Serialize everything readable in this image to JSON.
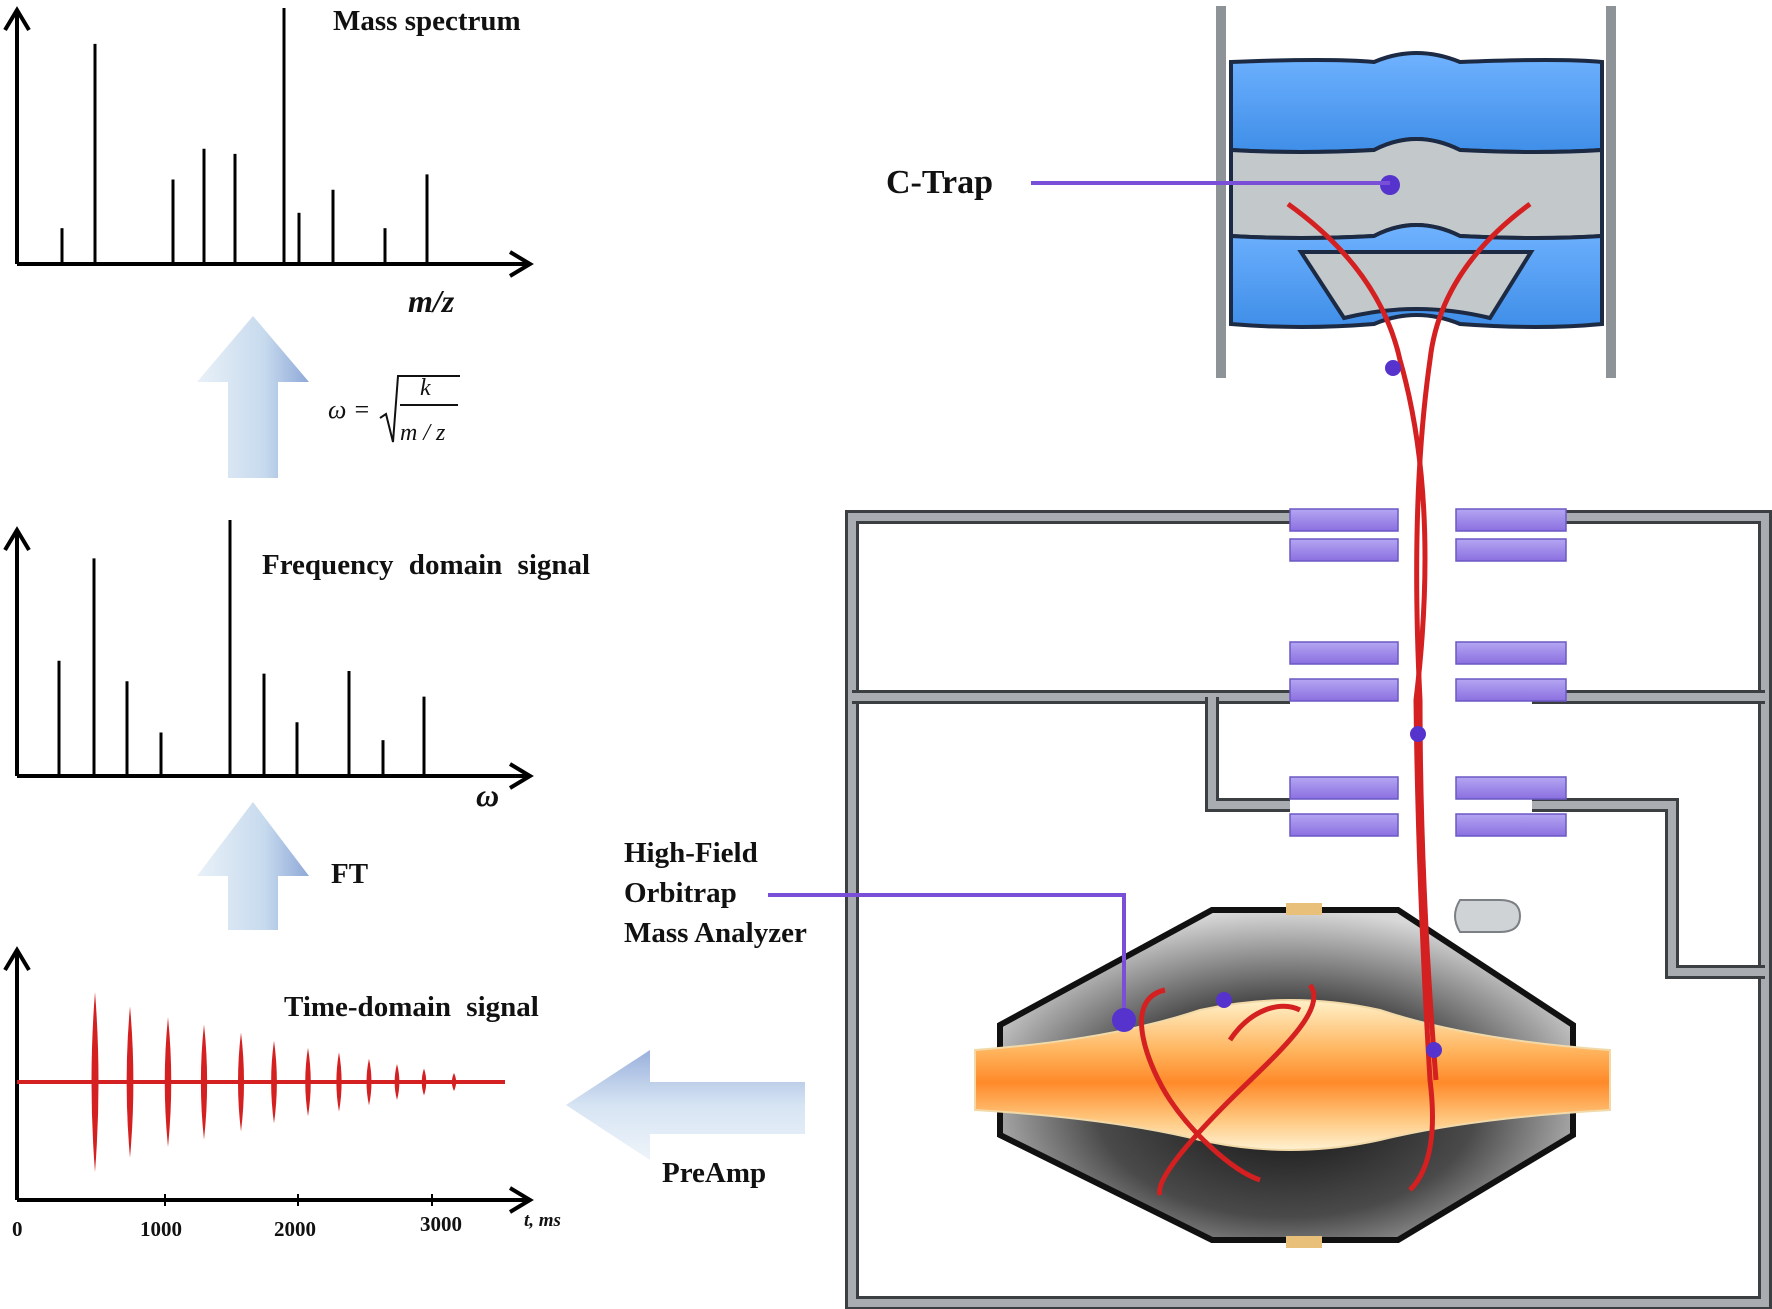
{
  "mass_spectrum": {
    "title": "Mass spectrum",
    "x_axis_label": "m/z",
    "peaks": [
      0.14,
      0.86,
      0.33,
      0.45,
      0.43,
      1.0,
      0.2,
      0.29,
      0.14,
      0.35
    ]
  },
  "formula": {
    "lhs": "ω =",
    "numerator": "k",
    "denominator": "m / z"
  },
  "frequency_domain": {
    "title": "Frequency domain signal",
    "x_axis_label": "ω",
    "peaks": [
      0.45,
      0.85,
      0.37,
      0.17,
      1.0,
      0.4,
      0.21,
      0.41,
      0.14,
      0.31
    ]
  },
  "ft_label": "FT",
  "time_domain": {
    "title": "Time-domain signal",
    "x_axis_label": "t, ms",
    "ticks": [
      "0",
      "1000",
      "2000",
      "3000"
    ],
    "bursts": [
      1.0,
      0.84,
      0.72,
      0.64,
      0.55,
      0.46,
      0.38,
      0.33,
      0.26,
      0.2,
      0.15,
      0.1
    ]
  },
  "preamp_label": "PreAmp",
  "c_trap_label": "C-Trap",
  "orbitrap_label": [
    "High-Field",
    "Orbitrap",
    "Mass Analyzer"
  ],
  "colors": {
    "ion_path": "#d42020",
    "ion_dot": "#5533cc",
    "leader_line": "#7a4fd8",
    "lens": "#9b84e8",
    "trap_blue": "#4f9cf0",
    "trap_gray": "#c8cccf",
    "frame": "#8f9499",
    "arrow_blue": "#cfe0f2"
  },
  "icons": [
    "up-arrow-icon",
    "left-arrow-icon"
  ]
}
